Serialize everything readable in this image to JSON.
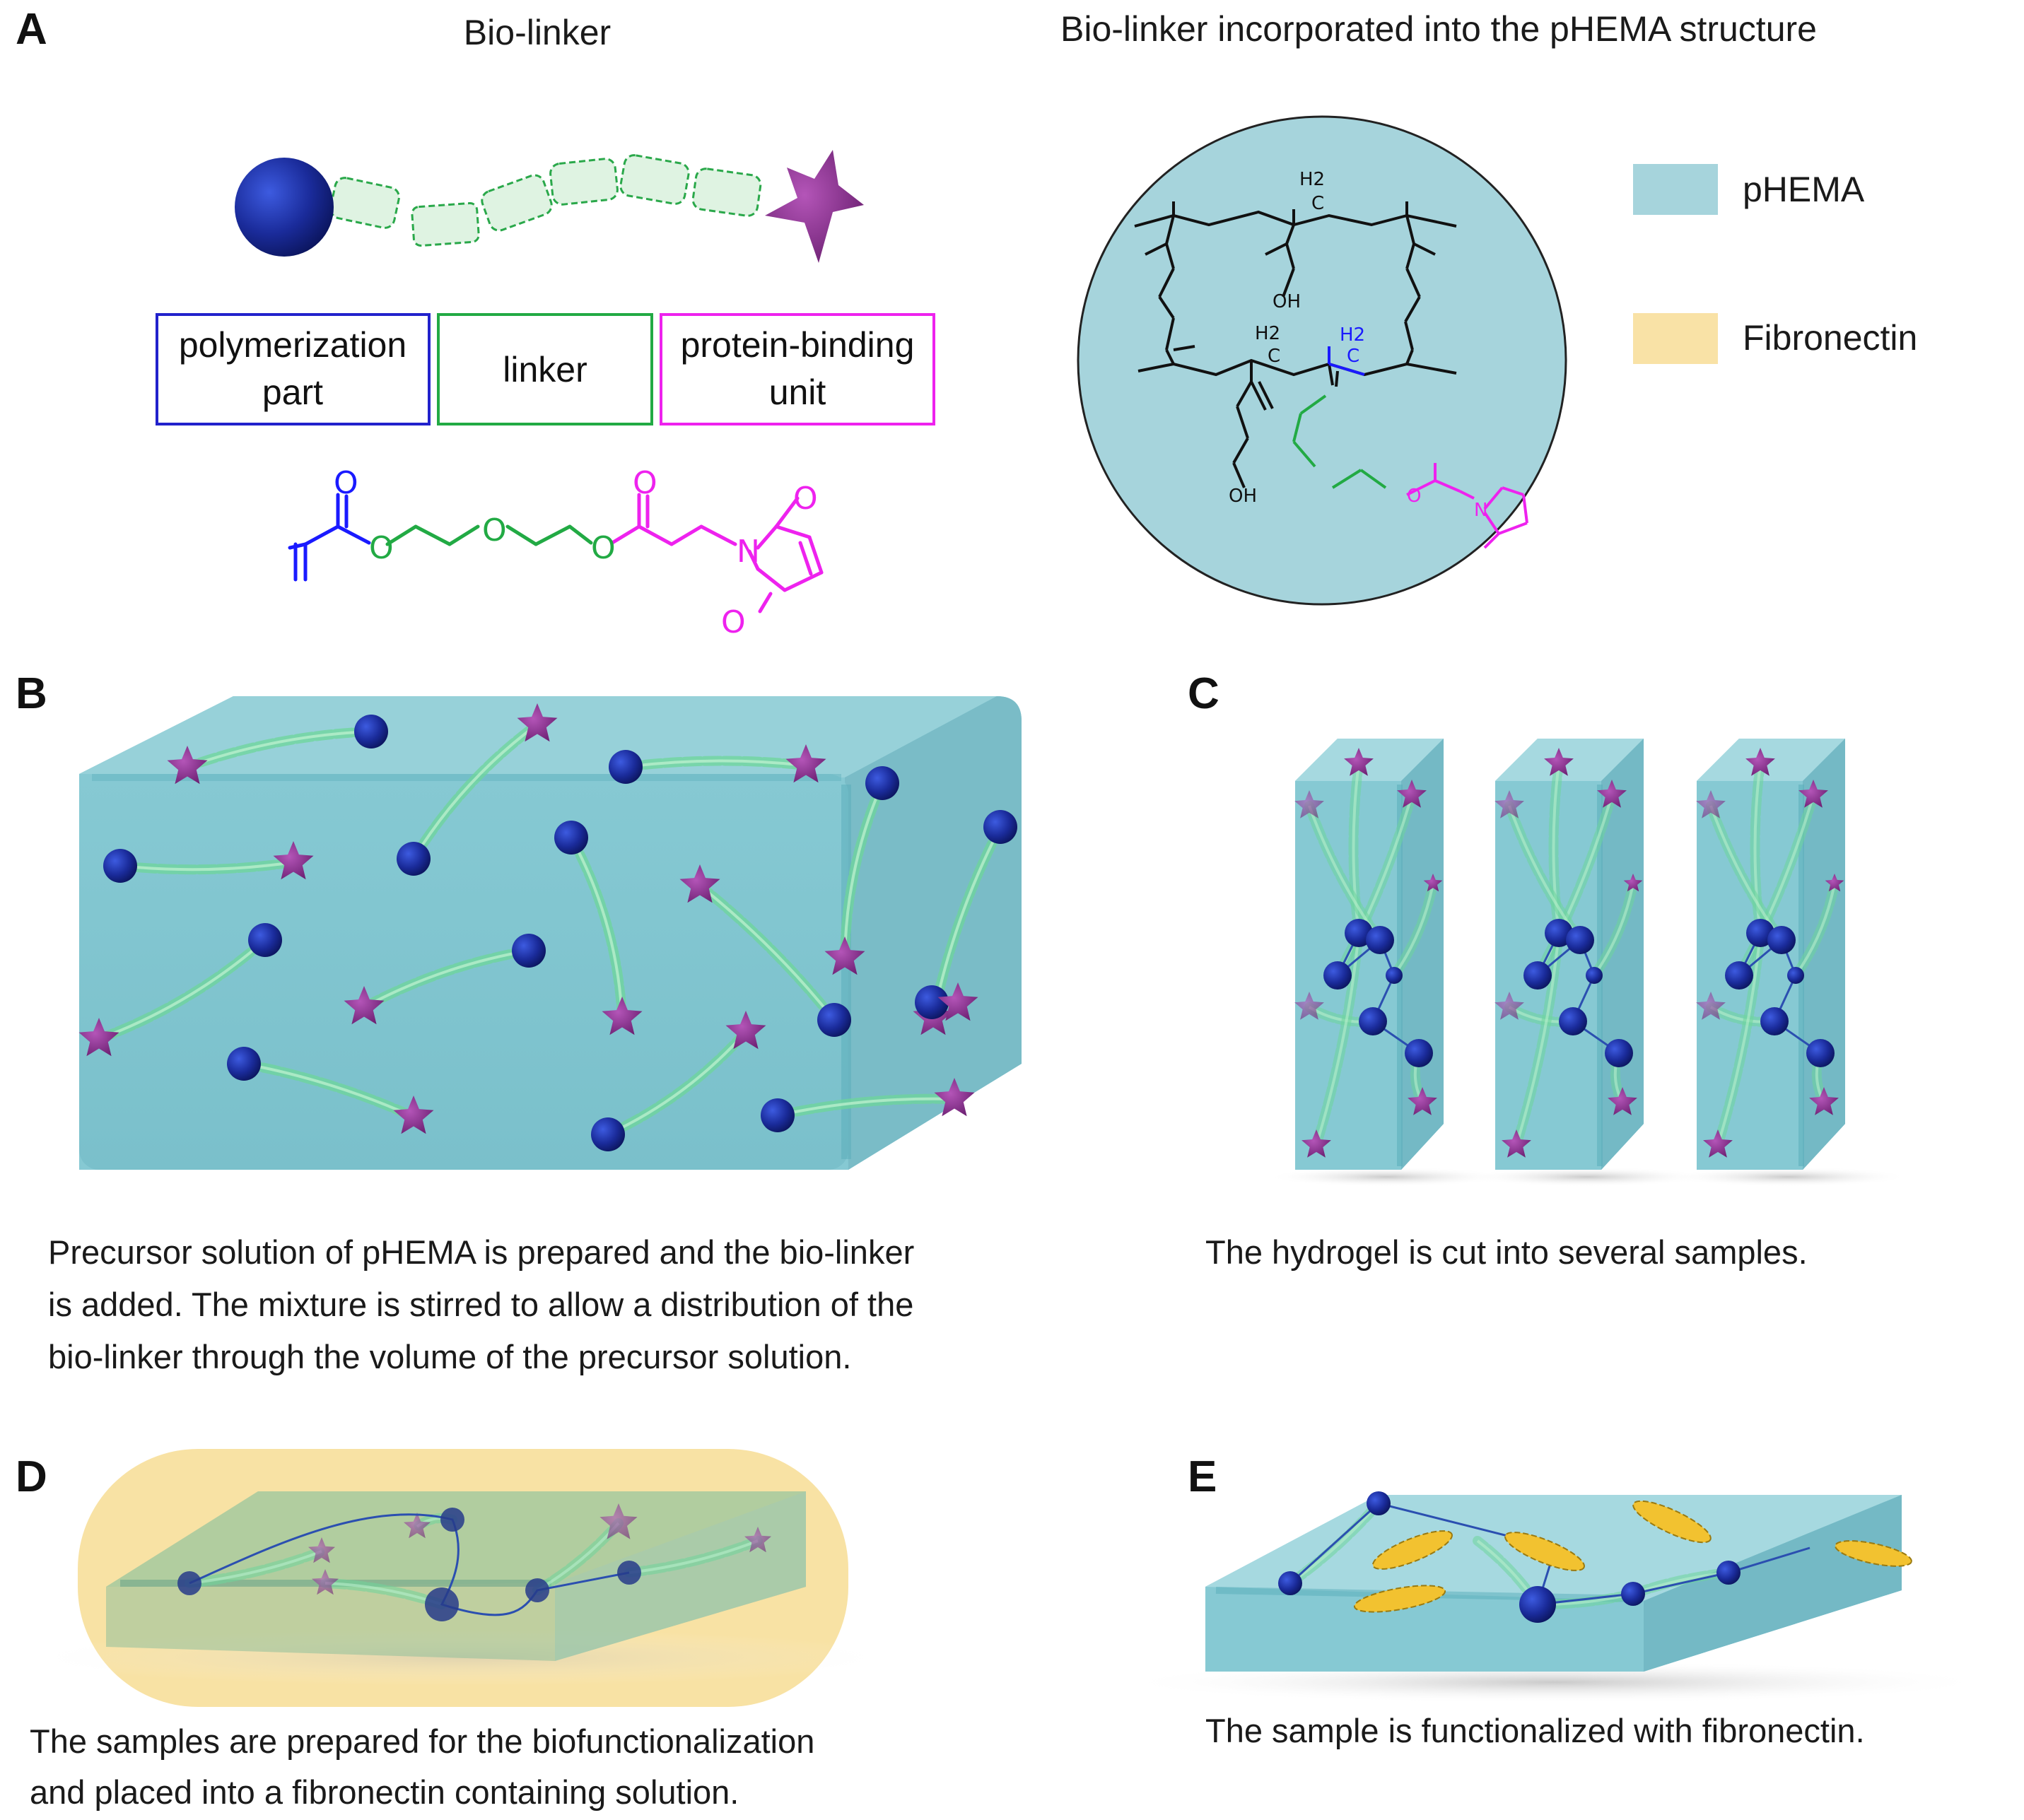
{
  "panels": {
    "a": {
      "letter": "A",
      "title_left": "Bio-linker",
      "title_right": "Bio-linker incorporated into the pHEMA structure",
      "boxes": [
        {
          "lines": [
            "polymerization",
            "part"
          ],
          "color": "#2222cc"
        },
        {
          "lines": [
            "linker"
          ],
          "color": "#22aa44"
        },
        {
          "lines": [
            "protein-binding",
            "unit"
          ],
          "color": "#ee22ee"
        }
      ],
      "legend": [
        {
          "label": "pHEMA",
          "color": "#a6d4dc"
        },
        {
          "label": "Fibronectin",
          "color": "#f9e2a6"
        }
      ],
      "chem_left": {
        "o_top1": "O",
        "o1": "O",
        "o2": "O",
        "o3": "O",
        "o_top2": "O",
        "n": "N",
        "o_imide1": "O",
        "o_imide2": "O"
      },
      "chem_right": {
        "h2_a": "H2",
        "c_a": "C",
        "h2_b": "H2",
        "c_b": "C",
        "h2_c": "H2",
        "c_c": "C",
        "oh1": "OH",
        "oh2": "OH",
        "o": "O",
        "n": "N"
      }
    },
    "b": {
      "letter": "B",
      "caption": [
        "Precursor solution of pHEMA is prepared and the bio-linker",
        "is added. The mixture is stirred to allow a distribution of the",
        "bio-linker through the volume of the precursor solution."
      ]
    },
    "c": {
      "letter": "C",
      "caption": [
        "The hydrogel is cut into several samples."
      ]
    },
    "d": {
      "letter": "D",
      "caption": [
        "The samples are prepared for the biofunctionalization",
        "and placed into a fibronectin containing solution."
      ]
    },
    "e": {
      "letter": "E",
      "caption": [
        "The sample is functionalized with fibronectin."
      ]
    }
  },
  "colors": {
    "hydrogel": "#7fc4cf",
    "hydrogel_dark": "#5aaebb",
    "sphere": "#1a2fa8",
    "star": "#8a2b8f",
    "linker": "#7ed9a0",
    "fibronectin": "#f2c230",
    "solution": "#f7df9a"
  }
}
